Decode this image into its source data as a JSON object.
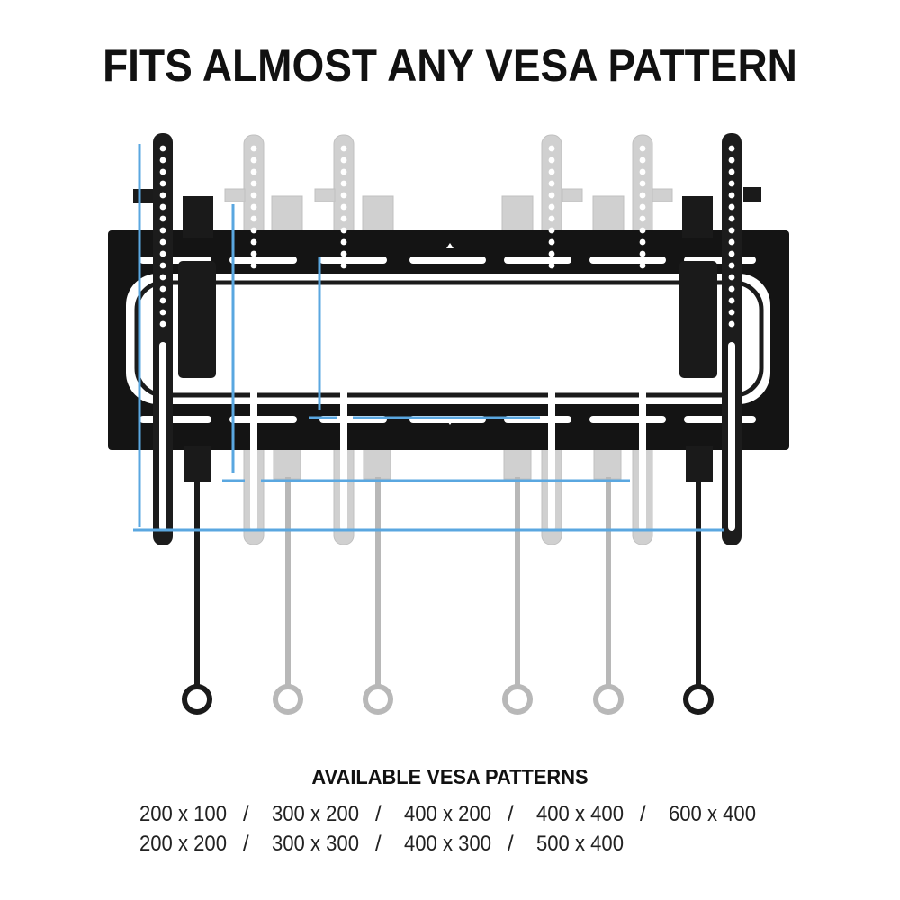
{
  "headline": "FITS ALMOST ANY VESA PATTERN",
  "patterns_title": "AVAILABLE VESA PATTERNS",
  "separator": "/",
  "patterns_row_1": [
    "200 x 100",
    "300 x 200",
    "400 x 200",
    "400 x 400",
    "600 x 400"
  ],
  "patterns_row_2": [
    "200 x 200",
    "300 x 300",
    "400 x 300",
    "500 x 400"
  ],
  "colors": {
    "mount_black": "#111111",
    "ghost_gray": "#bdbdbd",
    "vesa_blue": "#5aa7e0",
    "text": "#111111"
  }
}
